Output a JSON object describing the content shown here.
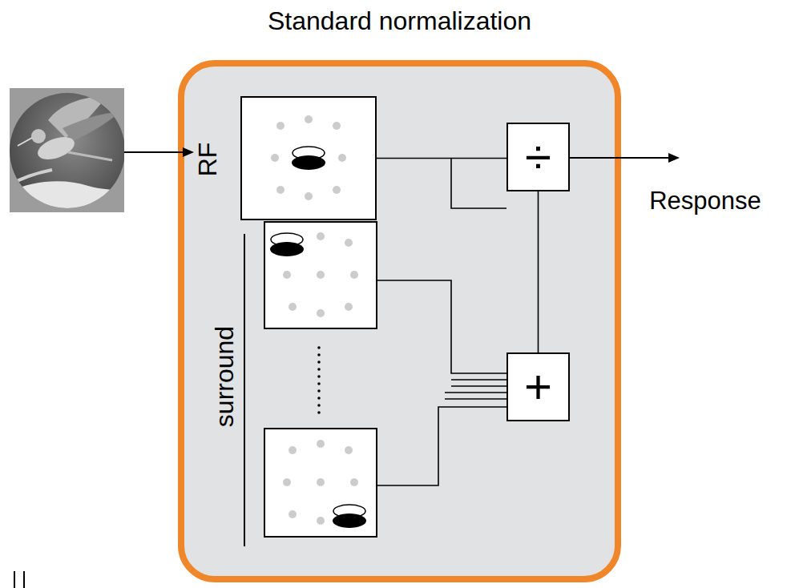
{
  "diagram": {
    "nodes": [
      {
        "text": [
          "Standard normalization"
        ]
      },
      {
        "text": [
          "RF"
        ],
        "in": 0
      },
      {
        "text": [
          "÷"
        ],
        "in": 0
      },
      {
        "text": [
          "+"
        ],
        "in": 0
      }
    ],
    "edges": [
      {
        "from": 1,
        "to": 2,
        "arrow": "none"
      },
      {
        "from": 3,
        "to": 2,
        "arrow": "none"
      }
    ],
    "labels": [
      "surround",
      "Response"
    ]
  }
}
